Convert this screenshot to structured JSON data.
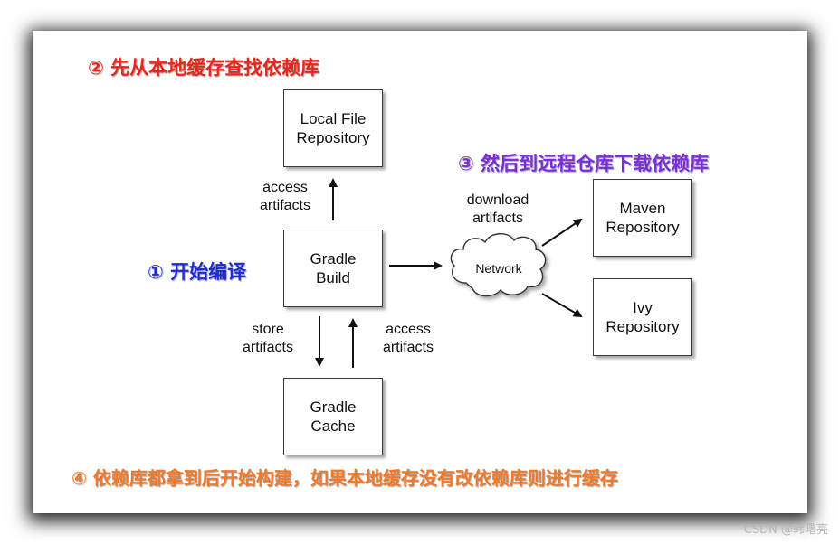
{
  "annotations": {
    "step1": "① 开始编译",
    "step2": "② 先从本地缓存查找依赖库",
    "step3": "③ 然后到远程仓库下载依赖库",
    "step4": "④ 依赖库都拿到后开始构建，如果本地缓存没有改依赖库则进行缓存",
    "colors": {
      "step1": "#1f2bd8",
      "step2": "#e8261c",
      "step3": "#7a2fd6",
      "step4": "#f07a2a"
    }
  },
  "nodes": {
    "local_repo": {
      "line1": "Local File",
      "line2": "Repository"
    },
    "gradle_build": {
      "line1": "Gradle",
      "line2": "Build"
    },
    "gradle_cache": {
      "line1": "Gradle",
      "line2": "Cache"
    },
    "maven_repo": {
      "line1": "Maven",
      "line2": "Repository"
    },
    "ivy_repo": {
      "line1": "Ivy",
      "line2": "Repository"
    },
    "network": "Network"
  },
  "edge_labels": {
    "access_up": {
      "line1": "access",
      "line2": "artifacts"
    },
    "download": {
      "line1": "download",
      "line2": "artifacts"
    },
    "store": {
      "line1": "store",
      "line2": "artifacts"
    },
    "access_cache": {
      "line1": "access",
      "line2": "artifacts"
    }
  },
  "watermark": "CSDN @韩曙亮"
}
